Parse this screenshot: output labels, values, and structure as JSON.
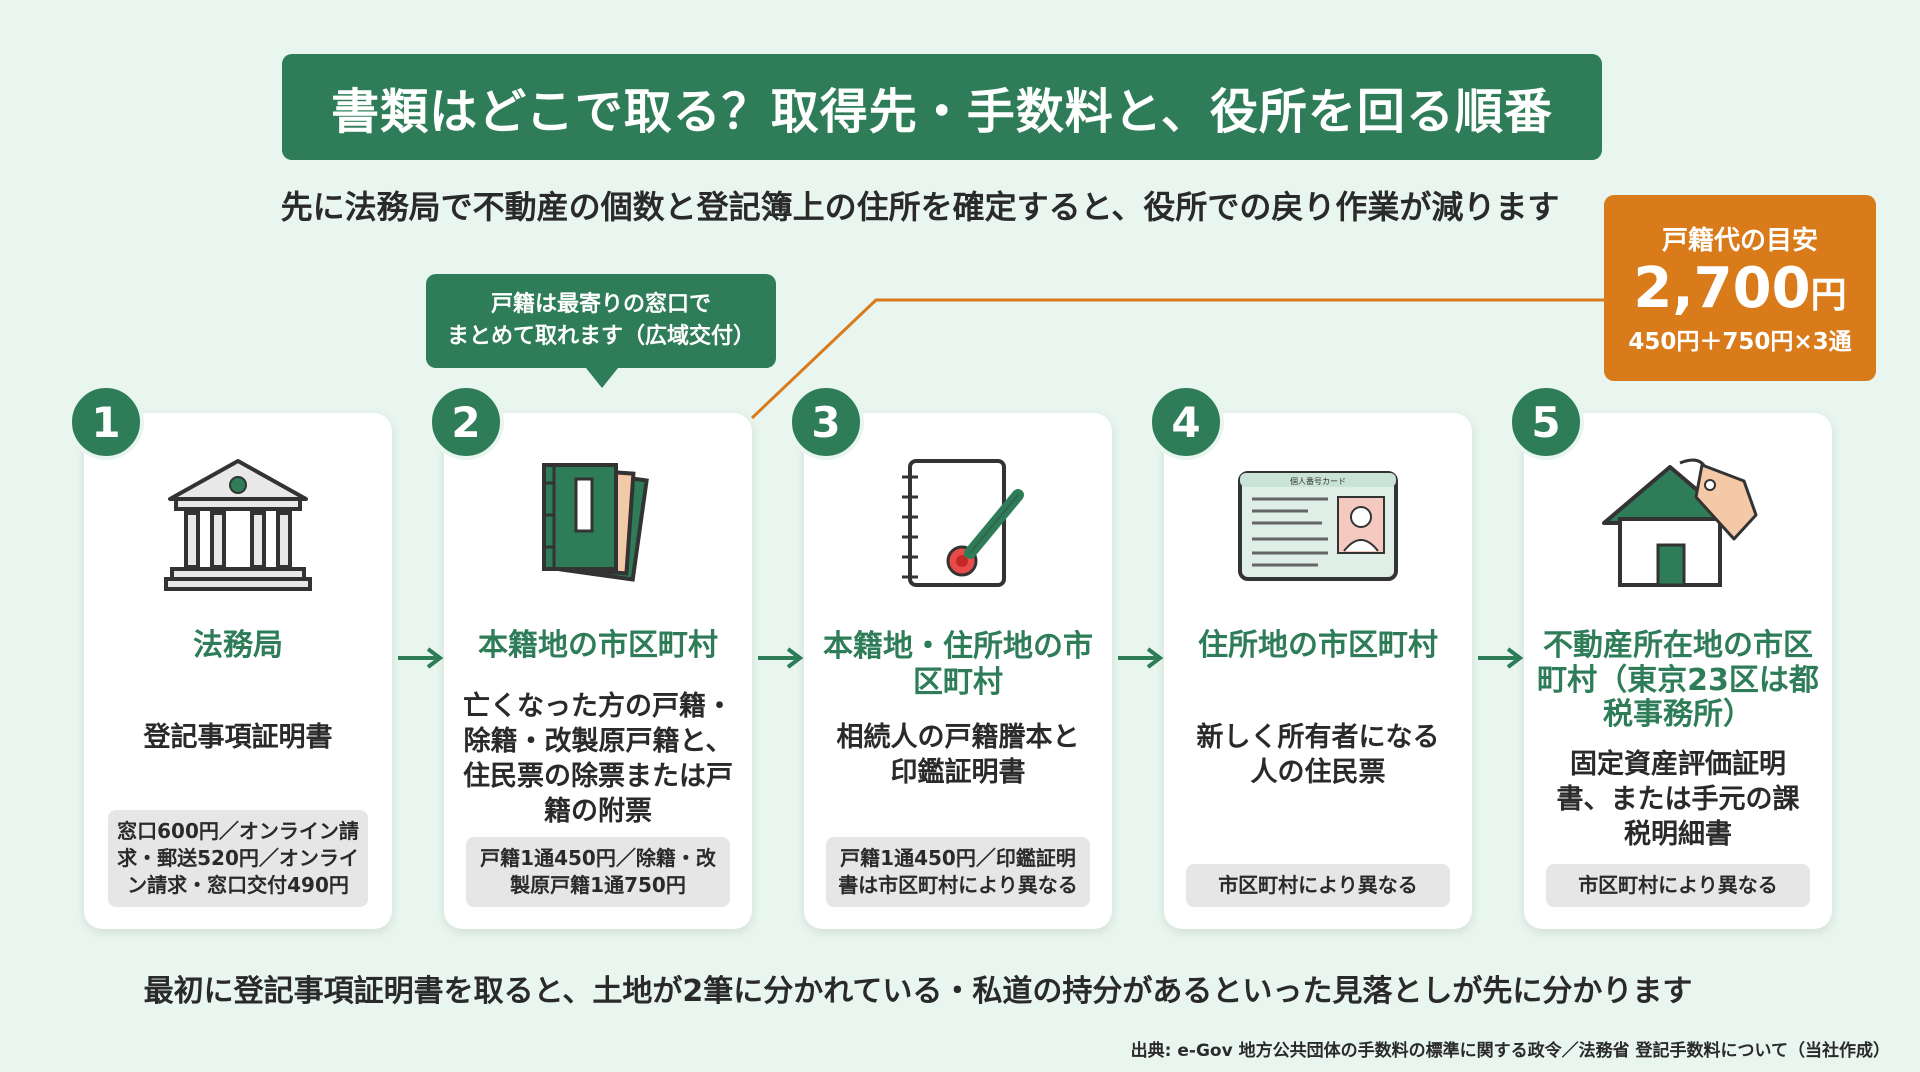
{
  "title": "書類はどこで取る？取得先・手数料と、役所を回る順番",
  "subtitle": "先に法務局で不動産の個数と登記簿上の住所を確定すると、役所での戻り作業が減ります",
  "callout": {
    "line1": "戸籍は最寄りの窓口で",
    "line2": "まとめて取れます（広域交付）"
  },
  "fee_box": {
    "label": "戸籍代の目安",
    "amount": "2,700",
    "unit": "円",
    "breakdown": "450円＋750円×3通"
  },
  "steps": [
    {
      "num": "1",
      "icon": "courthouse-icon",
      "place": "法務局",
      "doc": "登記事項証明書",
      "fee": "窓口600円／オンライン請求・郵送520円／オンライン請求・窓口交付490円"
    },
    {
      "num": "2",
      "icon": "family-register-books-icon",
      "place": "本籍地の市区町村",
      "doc": "亡くなった方の戸籍・除籍・改製原戸籍と、住民票の除票または戸籍の附票",
      "fee": "戸籍1通450円／除籍・改製原戸籍1通750円"
    },
    {
      "num": "3",
      "icon": "notebook-seal-icon",
      "place": "本籍地・住所地の市区町村",
      "doc": "相続人の戸籍謄本と印鑑証明書",
      "fee": "戸籍1通450円／印鑑証明書は市区町村により異なる"
    },
    {
      "num": "4",
      "icon": "id-card-icon",
      "place": "住所地の市区町村",
      "doc": "新しく所有者になる人の住民票",
      "fee": "市区町村により異なる"
    },
    {
      "num": "5",
      "icon": "house-tag-icon",
      "place": "不動産所在地の市区町村（東京23区は都税事務所）",
      "doc": "固定資産評価証明書、または手元の課税明細書",
      "fee": "市区町村により異なる"
    }
  ],
  "id_card_text": "個人番号カード",
  "footer_note": "最初に登記事項証明書を取ると、土地が2筆に分かれている・私道の持分があるといった見落としが先に分かります",
  "source": "出典: e-Gov 地方公共団体の手数料の標準に関する政令／法務省 登記手数料について（当社作成）",
  "colors": {
    "primary_green": "#2e7d58",
    "accent_orange": "#d97b1a",
    "background": "#e8f6ef",
    "tag_gray": "#e6e6e6"
  }
}
